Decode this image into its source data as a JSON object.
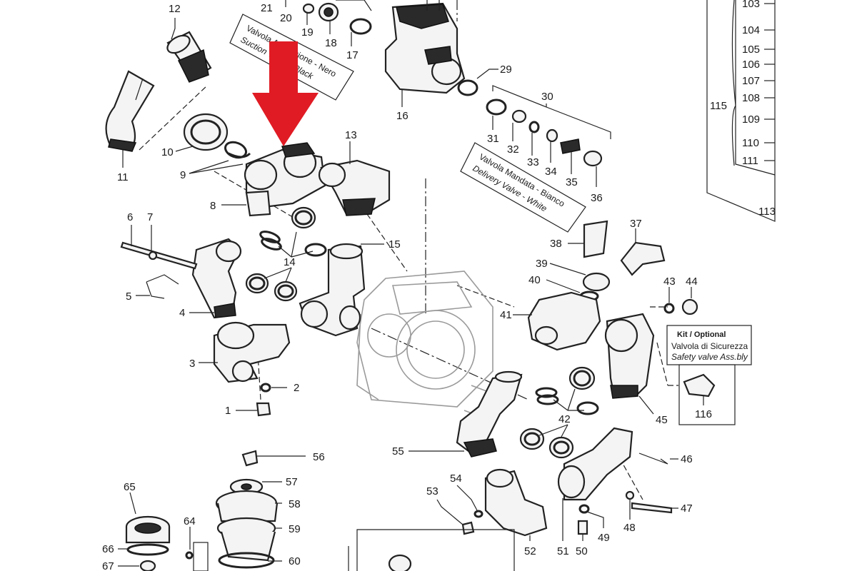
{
  "labels": {
    "l1": "1",
    "l2": "2",
    "l3": "3",
    "l4": "4",
    "l5": "5",
    "l6": "6",
    "l7": "7",
    "l8": "8",
    "l9": "9",
    "l10": "10",
    "l11": "11",
    "l12": "12",
    "l13": "13",
    "l14": "14",
    "l15": "15",
    "l16": "16",
    "l17": "17",
    "l18": "18",
    "l19": "19",
    "l20": "20",
    "l21": "21",
    "l29": "29",
    "l30": "30",
    "l31": "31",
    "l32": "32",
    "l33": "33",
    "l34": "34",
    "l35": "35",
    "l36": "36",
    "l37": "37",
    "l38": "38",
    "l39": "39",
    "l40": "40",
    "l41": "41",
    "l42": "42",
    "l43": "43",
    "l44": "44",
    "l45": "45",
    "l46": "46",
    "l47": "47",
    "l48": "48",
    "l49": "49",
    "l50": "50",
    "l51": "51",
    "l52": "52",
    "l53": "53",
    "l54": "54",
    "l55": "55",
    "l56": "56",
    "l57": "57",
    "l58": "58",
    "l59": "59",
    "l60": "60",
    "l64": "64",
    "l65": "65",
    "l66": "66",
    "l67": "67",
    "l103": "103",
    "l104": "104",
    "l105": "105",
    "l106": "106",
    "l107": "107",
    "l108": "108",
    "l109": "109",
    "l110": "110",
    "l111": "111",
    "l113": "113",
    "l115": "115",
    "l116": "116"
  },
  "suction_box": {
    "line1": "Valvola Aspirazione - Nero",
    "line2": "Suction Valve - Black"
  },
  "delivery_box": {
    "line1": "Valvola Mandata - Bianco",
    "line2": "Delivery Valve - White"
  },
  "kit_box": {
    "title": "Kit / Optional",
    "line1": "Valvola di Sicurezza",
    "line2": "Safety valve Ass.bly"
  },
  "colors": {
    "arrow": "#e01b24",
    "ink": "#222222"
  }
}
